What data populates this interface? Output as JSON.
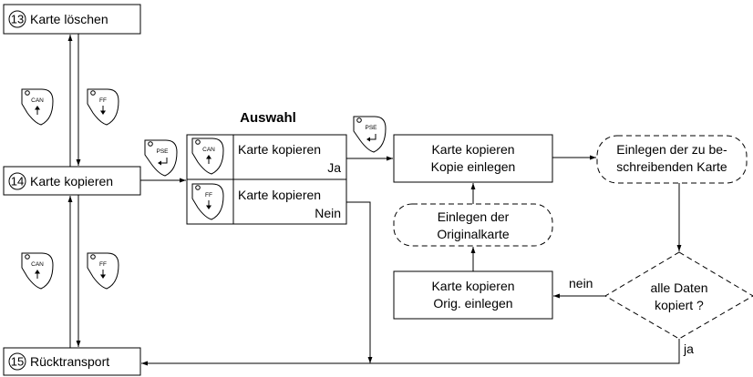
{
  "menu": {
    "item13": {
      "number": "13",
      "label": "Karte löschen"
    },
    "item14": {
      "number": "14",
      "label": "Karte kopieren"
    },
    "item15": {
      "number": "15",
      "label": "Rücktransport"
    }
  },
  "keys": {
    "can": "CAN",
    "ff": "FF",
    "pse": "PSE"
  },
  "selection": {
    "title": "Auswahl",
    "option_yes": {
      "line1": "Karte kopieren",
      "line2": "Ja"
    },
    "option_no": {
      "line1": "Karte kopieren",
      "line2": "Nein"
    }
  },
  "flow": {
    "insert_copy": {
      "line1": "Karte kopieren",
      "line2": "Kopie einlegen"
    },
    "insert_target": {
      "line1": "Einlegen der zu be-",
      "line2": "schreibenden Karte"
    },
    "insert_original_prompt": {
      "line1": "Einlegen der",
      "line2": "Originalkarte"
    },
    "insert_original": {
      "line1": "Karte kopieren",
      "line2": "Orig. einlegen"
    },
    "decision": {
      "line1": "alle Daten",
      "line2": "kopiert ?"
    },
    "label_no": "nein",
    "label_yes": "ja"
  }
}
